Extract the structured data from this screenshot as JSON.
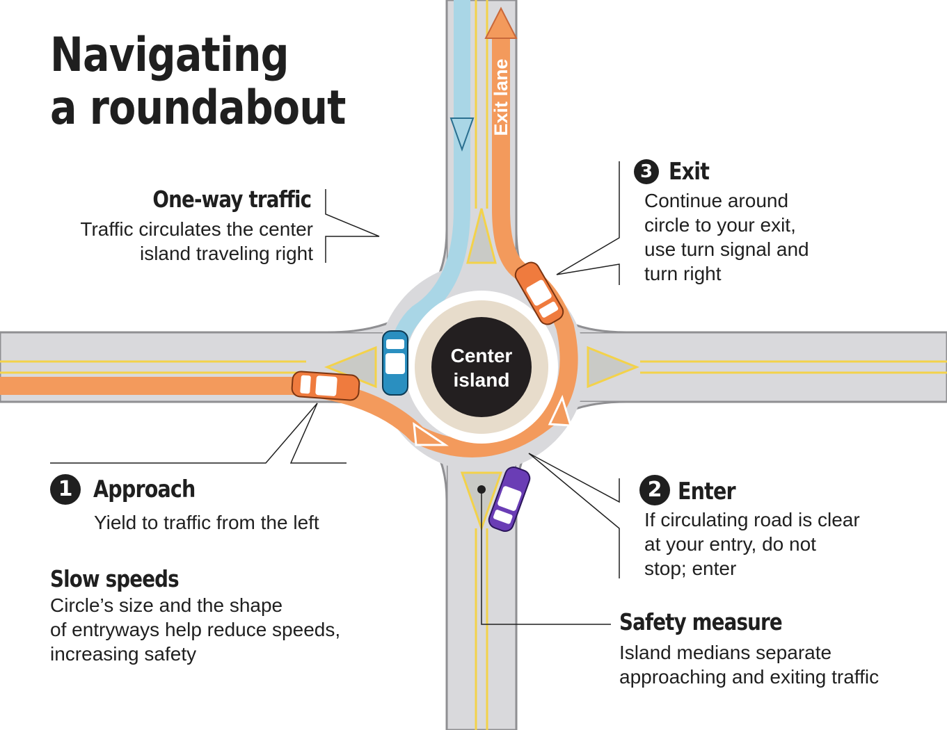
{
  "title": {
    "line1": "Navigating",
    "line2": "a roundabout"
  },
  "center_island": {
    "line1": "Center",
    "line2": "island"
  },
  "exit_lane_label": "Exit lane",
  "one_way": {
    "heading": "One-way traffic",
    "line1": "Traffic circulates the center",
    "line2": "island traveling right"
  },
  "steps": [
    {
      "number": "1",
      "heading": "Approach",
      "lines": [
        "Yield to traffic from the left"
      ]
    },
    {
      "number": "2",
      "heading": "Enter",
      "lines": [
        "If circulating road is clear",
        "at your entry, do not",
        "stop; enter"
      ]
    },
    {
      "number": "3",
      "heading": "Exit",
      "lines": [
        "Continue around",
        "circle to your exit,",
        "use turn signal and",
        "turn right"
      ]
    }
  ],
  "slow_speeds": {
    "heading": "Slow speeds",
    "lines": [
      "Circle’s size and the shape",
      "of entryways help reduce speeds,",
      "increasing safety"
    ]
  },
  "safety": {
    "heading": "Safety measure",
    "lines": [
      "Island medians separate",
      "approaching and exiting traffic"
    ]
  },
  "colors": {
    "road": "#d9d9dc",
    "road_edge": "#8f8f92",
    "lane_line": "#f3d24a",
    "orange_path": "#f39a5c",
    "blue_path": "#a9d6e6",
    "island_ring": "#e7dccb",
    "center_island": "#231f20",
    "median": "#c9cac6",
    "car_orange": "#ef7b3e",
    "car_blue": "#2a8fc0",
    "car_purple": "#6a3db5",
    "text": "#1f1f1f"
  }
}
